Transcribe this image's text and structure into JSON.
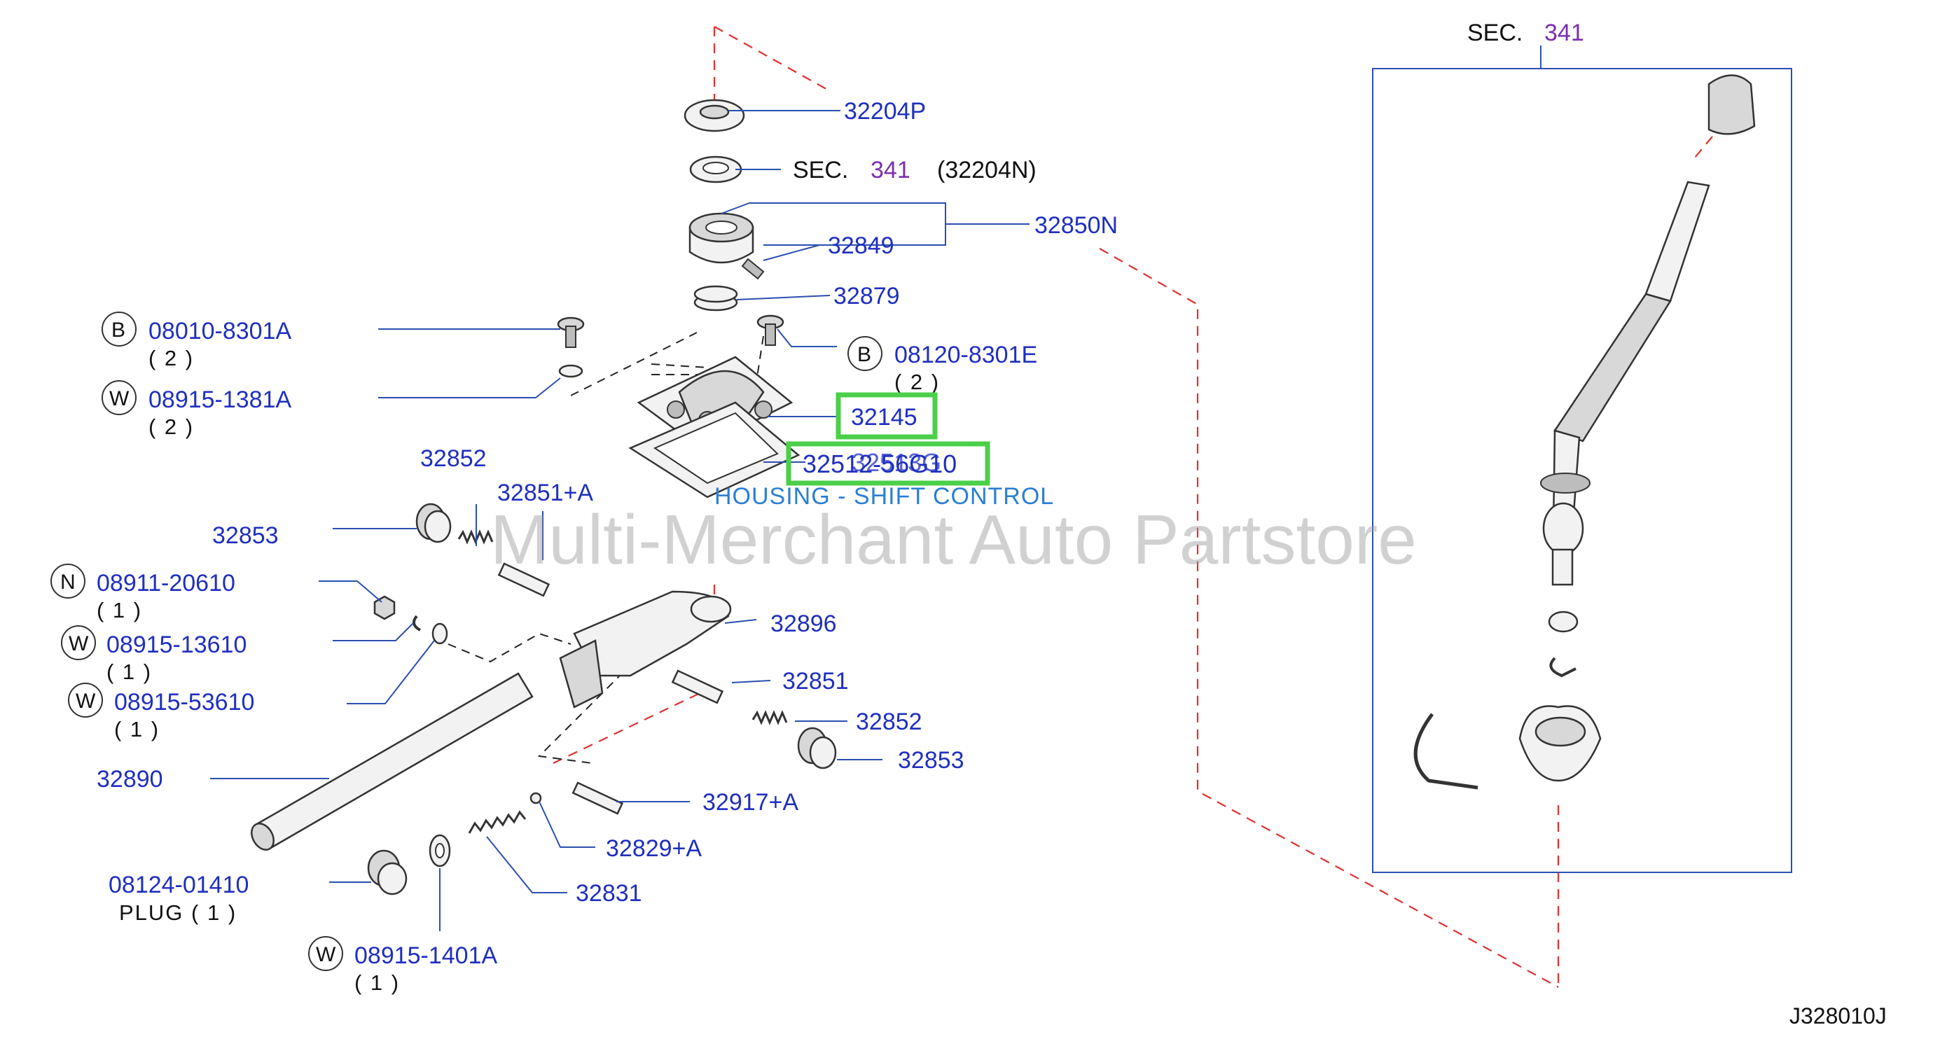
{
  "diagram": {
    "reference_code": "J328010J",
    "watermark": "Multi-Merchant Auto Partstore",
    "tooltip": {
      "part_number": "32512-56G10",
      "overlapped_text": "32513G",
      "description": "HOUSING - SHIFT CONTROL"
    },
    "section_box": {
      "label": "SEC.",
      "number": "341"
    },
    "section_ref": {
      "label": "SEC.",
      "number": "341",
      "code": "(32204N)"
    },
    "badges": {
      "bolt": "B",
      "washer": "W",
      "nut": "N"
    },
    "callouts": {
      "p32204P": "32204P",
      "p32850N": "32850N",
      "p32849": "32849",
      "p32879": "32879",
      "p08010": "08010-8301A",
      "p08010_qty": "( 2 )",
      "p08915_1381": "08915-1381A",
      "p08915_1381_qty": "( 2 )",
      "p08120": "08120-8301E",
      "p08120_qty": "( 2 )",
      "p32145": "32145",
      "p32852a": "32852",
      "p32851A": "32851+A",
      "p32853a": "32853",
      "p08911": "08911-20610",
      "p08911_qty": "( 1 )",
      "p08915_136": "08915-13610",
      "p08915_136_qty": "( 1 )",
      "p08915_536": "08915-53610",
      "p08915_536_qty": "( 1 )",
      "p32896": "32896",
      "p32851": "32851",
      "p32852b": "32852",
      "p32853b": "32853",
      "p32890": "32890",
      "p32917A": "32917+A",
      "p32829A": "32829+A",
      "p32831": "32831",
      "p08124": "08124-01410",
      "p08124_plug": "PLUG ( 1 )",
      "p08915_1401": "08915-1401A",
      "p08915_1401_qty": "( 1 )"
    }
  }
}
